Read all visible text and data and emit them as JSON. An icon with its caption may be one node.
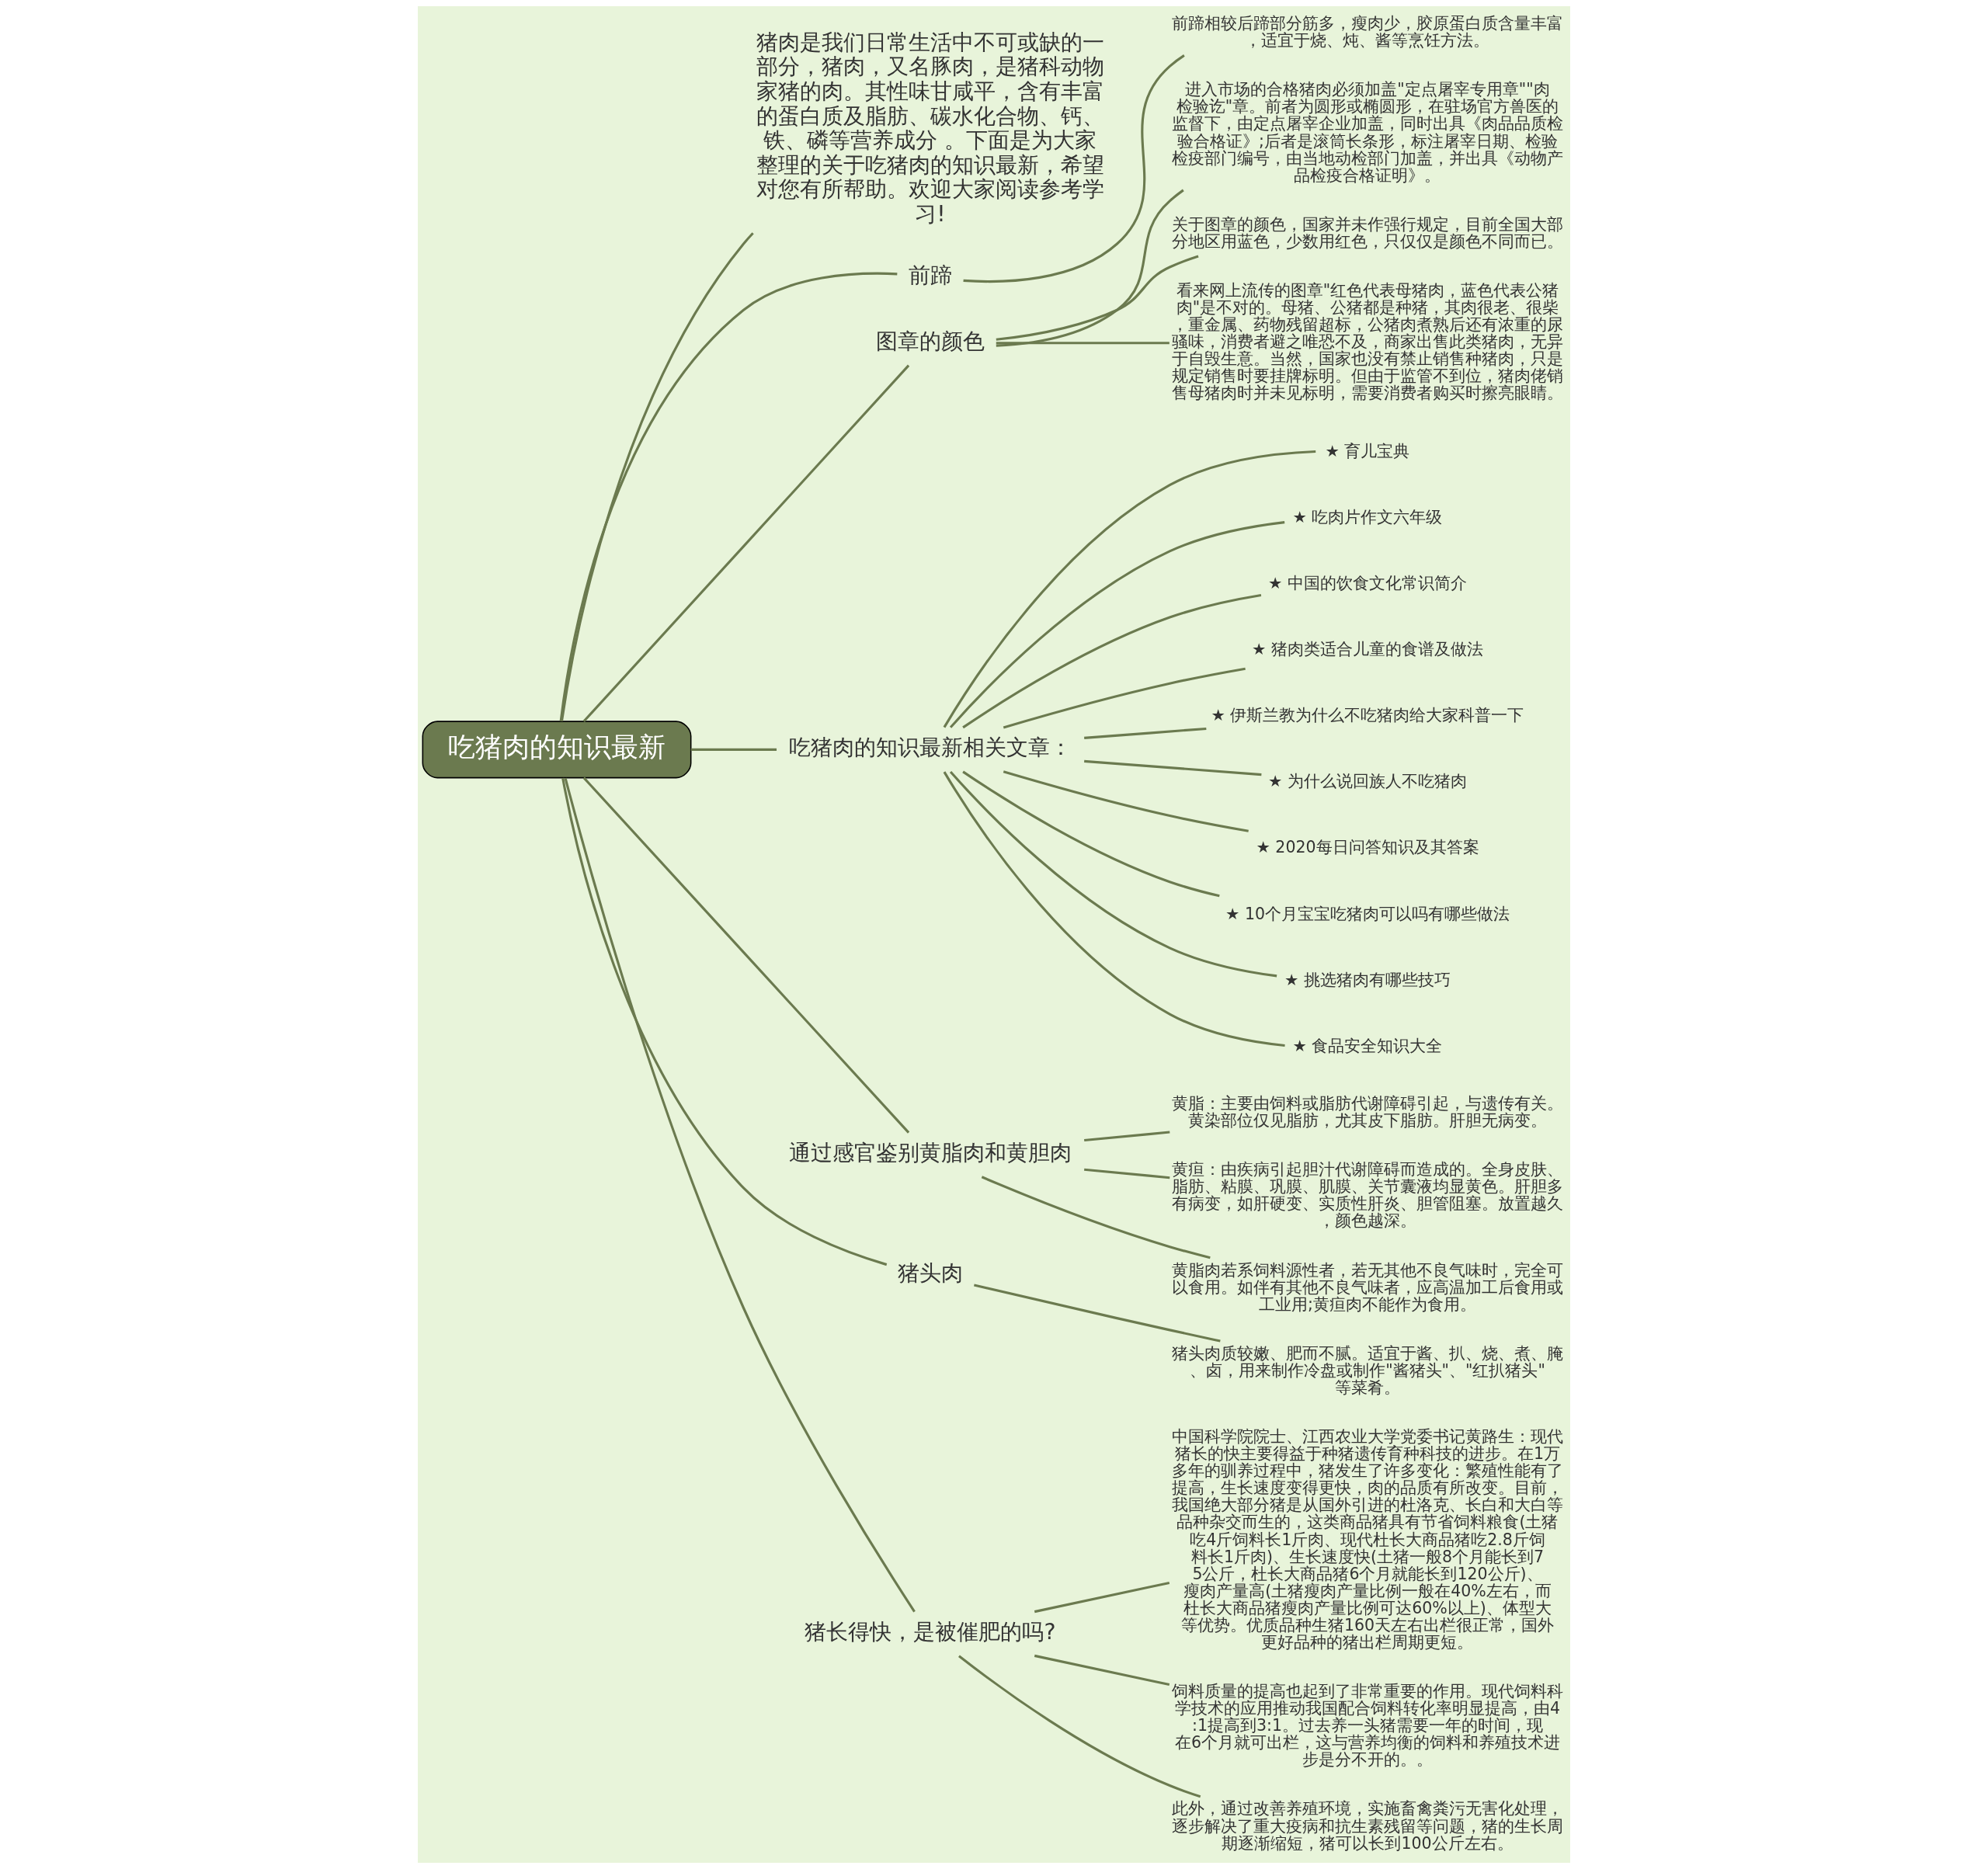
{
  "diagram": {
    "nodes": [
      {
        "text": [
          "吃猪肉的知识最新"
        ]
      },
      {
        "text": [
          "猪肉是我们日常生活中不可或缺的一部分，猪肉，又名豚肉，是猪科动物家猪的肉。其性味甘咸平，含有丰富的蛋白质及脂肪、碳水化合物、钙、铁、磷等营养成分 。下面是为大家整理的关于吃猪肉的知识最新，希望对您有所帮助。欢迎大家阅读参考学习!"
        ]
      },
      {
        "text": [
          "前蹄"
        ]
      },
      {
        "text": [
          "前蹄相较后蹄部分筋多，瘦肉少，胶原蛋白质含量丰富，适宜于烧、炖、酱等烹饪方法。"
        ]
      },
      {
        "text": [
          "图章的颜色"
        ]
      },
      {
        "text": [
          "进入市场的合格猪肉必须加盖\"定点屠宰专用章\"\"肉检验讫\"章。前者为圆形或椭圆形，在驻场官方兽医的监督下，由定点屠宰企业加盖，同时出具《肉品品质检验合格证》;后者是滚筒长条形，标注屠宰日期、检验检疫部门编号，由当地动检部门加盖，并出具《动物产品检疫合格证明》。"
        ]
      },
      {
        "text": [
          "关于图章的颜色，国家并未作强行规定，目前全国大部分地区用蓝色，少数用红色，只仅仅是颜色不同而已。"
        ]
      },
      {
        "text": [
          "看来网上流传的图章\"红色代表母猪肉，蓝色代表公猪肉\"是不对的。母猪、公猪都是种猪，其肉很老、很柴，重金属、药物残留超标，公猪肉煮熟后还有浓重的尿骚味，消费者避之唯恐不及，商家出售此类猪肉，无异于自毁生意。当然，国家也没有禁止销售种猪肉，只是规定销售时要挂牌标明。但由于监管不到位，猪肉佬销售母猪肉时并未见标明，需要消费者购买时擦亮眼睛。"
        ]
      },
      {
        "text": [
          "吃猪肉的知识最新相关文章："
        ]
      },
      {
        "text": [
          "★ 育儿宝典"
        ]
      },
      {
        "text": [
          "★ 吃肉片作文六年级"
        ]
      },
      {
        "text": [
          "★ 中国的饮食文化常识简介"
        ]
      },
      {
        "text": [
          "★ 猪肉类适合儿童的食谱及做法"
        ]
      },
      {
        "text": [
          "★ 伊斯兰教为什么不吃猪肉给大家科普一下"
        ]
      },
      {
        "text": [
          "★ 为什么说回族人不吃猪肉"
        ]
      },
      {
        "text": [
          "★ 2020每日问答知识及其答案"
        ]
      },
      {
        "text": [
          "★ 10个月宝宝吃猪肉可以吗有哪些做法"
        ]
      },
      {
        "text": [
          "★ 挑选猪肉有哪些技巧"
        ]
      },
      {
        "text": [
          "★ 食品安全知识大全"
        ]
      },
      {
        "text": [
          "通过感官鉴别黄脂肉和黄胆肉"
        ]
      },
      {
        "text": [
          "黄脂：主要由饲料或脂肪代谢障碍引起，与遗传有关。黄染部位仅见脂肪，尤其皮下脂肪。肝胆无病变。"
        ]
      },
      {
        "text": [
          "黄疸：由疾病引起胆汁代谢障碍而造成的。全身皮肤、脂肪、粘膜、巩膜、肌膜、关节囊液均显黄色。肝胆多有病变，如肝硬变、实质性肝炎、胆管阻塞。放置越久，颜色越深。"
        ]
      },
      {
        "text": [
          "黄脂肉若系饲料源性者，若无其他不良气味时，完全可以食用。如伴有其他不良气味者，应高温加工后食用或工业用;黄疸肉不能作为食用。"
        ]
      },
      {
        "text": [
          "猪头肉"
        ]
      },
      {
        "text": [
          "猪头肉质较嫩、肥而不腻。适宜于酱、扒、烧、煮、腌、卤，用来制作冷盘或制作\"酱猪头\"、\"红扒猪头\"等菜肴。"
        ]
      },
      {
        "text": [
          "猪长得快，是被催肥的吗?"
        ]
      },
      {
        "text": [
          "中国科学院院士、江西农业大学党委书记黄路生：现代猪长的快主要得益于种猪遗传育种科技的进步。在1万多年的驯养过程中，猪发生了许多变化：繁殖性能有了提高，生长速度变得更快，肉的品质有所改变。目前，我国绝大部分猪是从国外引进的杜洛克、长白和大白等品种杂交而生的，这类商品猪具有节省饲料粮食(土猪吃4斤饲料长1斤肉、现代杜长大商品猪吃2.8斤饲料长1斤肉)、生长速度快(土猪一般8个月能长到75公斤，杜长大商品猪6个月就能长到120公斤)、瘦肉产量高(土猪瘦肉产量比例一般在40%左右，而杜长大商品猪瘦肉产量比例可达60%以上)、体型大等优势。优质品种生猪160天左右出栏很正常，国外更好品种的猪出栏周期更短。"
        ]
      },
      {
        "text": [
          "饲料质量的提高也起到了非常重要的作用。现代饲料科学技术的应用推动我国配合饲料转化率明显提高，由4:1提高到3:1。过去养一头猪需要一年的时间，现在6个月就可出栏，这与营养均衡的饲料和养殖技术进步是分不开的。。"
        ]
      },
      {
        "text": [
          "此外，通过改善养殖环境，实施畜禽粪污无害化处理，逐步解决了重大疫病和抗生素残留等问题，猪的生长周期逐渐缩短，猪可以长到100公斤左右。"
        ]
      }
    ],
    "edges": [
      {
        "from": 0,
        "to": 1,
        "arrow": "none"
      },
      {
        "from": 0,
        "to": 2,
        "arrow": "none"
      },
      {
        "from": 2,
        "to": 3,
        "arrow": "none"
      },
      {
        "from": 0,
        "to": 4,
        "arrow": "none"
      },
      {
        "from": 4,
        "to": 5,
        "arrow": "none"
      },
      {
        "from": 4,
        "to": 6,
        "arrow": "none"
      },
      {
        "from": 4,
        "to": 7,
        "arrow": "none"
      },
      {
        "from": 0,
        "to": 8,
        "arrow": "none"
      },
      {
        "from": 8,
        "to": 9,
        "arrow": "none"
      },
      {
        "from": 8,
        "to": 10,
        "arrow": "none"
      },
      {
        "from": 8,
        "to": 11,
        "arrow": "none"
      },
      {
        "from": 8,
        "to": 12,
        "arrow": "none"
      },
      {
        "from": 8,
        "to": 13,
        "arrow": "none"
      },
      {
        "from": 8,
        "to": 14,
        "arrow": "none"
      },
      {
        "from": 8,
        "to": 15,
        "arrow": "none"
      },
      {
        "from": 8,
        "to": 16,
        "arrow": "none"
      },
      {
        "from": 8,
        "to": 17,
        "arrow": "none"
      },
      {
        "from": 8,
        "to": 18,
        "arrow": "none"
      },
      {
        "from": 0,
        "to": 19,
        "arrow": "none"
      },
      {
        "from": 19,
        "to": 20,
        "arrow": "none"
      },
      {
        "from": 19,
        "to": 21,
        "arrow": "none"
      },
      {
        "from": 19,
        "to": 22,
        "arrow": "none"
      },
      {
        "from": 0,
        "to": 23,
        "arrow": "none"
      },
      {
        "from": 23,
        "to": 24,
        "arrow": "none"
      },
      {
        "from": 0,
        "to": 25,
        "arrow": "none"
      },
      {
        "from": 25,
        "to": 26,
        "arrow": "none"
      },
      {
        "from": 25,
        "to": 27,
        "arrow": "none"
      },
      {
        "from": 25,
        "to": 28,
        "arrow": "none"
      }
    ]
  }
}
